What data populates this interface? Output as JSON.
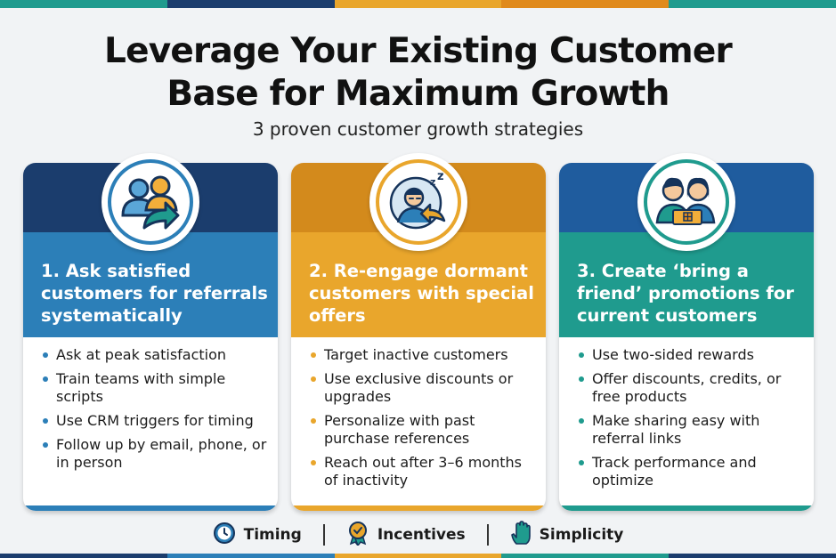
{
  "title_line1": "Leverage Your Existing Customer",
  "title_line2": "Base for Maximum Growth",
  "subtitle": "3 proven customer growth strategies",
  "colors": {
    "navy": "#1b3d6d",
    "blue": "#2c7fb8",
    "orange_dark": "#d38a1c",
    "orange": "#e9a62c",
    "blue_dark": "#1f5c9e",
    "teal": "#1f9b8e"
  },
  "cards": [
    {
      "heading": "1. Ask satisfied customers for referrals systematically",
      "icon": "referral-people-icon",
      "bullets": [
        "Ask at peak satisfaction",
        "Train teams with simple scripts",
        "Use CRM triggers for timing",
        "Follow up by email, phone, or in person"
      ]
    },
    {
      "heading": "2. Re-engage dormant customers with special offers",
      "icon": "sleeping-customer-icon",
      "bullets": [
        "Target inactive customers",
        "Use exclusive discounts or upgrades",
        "Personalize with past purchase references",
        "Reach out after 3–6 months of inactivity"
      ]
    },
    {
      "heading": "3. Create ‘bring a friend’ promotions for current customers",
      "icon": "friends-gift-ticket-icon",
      "bullets": [
        "Use two-sided rewards",
        "Offer discounts, credits, or free products",
        "Make sharing easy with referral links",
        "Track performance and optimize"
      ]
    }
  ],
  "footer": {
    "timing": "Timing",
    "incentives": "Incentives",
    "simplicity": "Simplicity"
  }
}
